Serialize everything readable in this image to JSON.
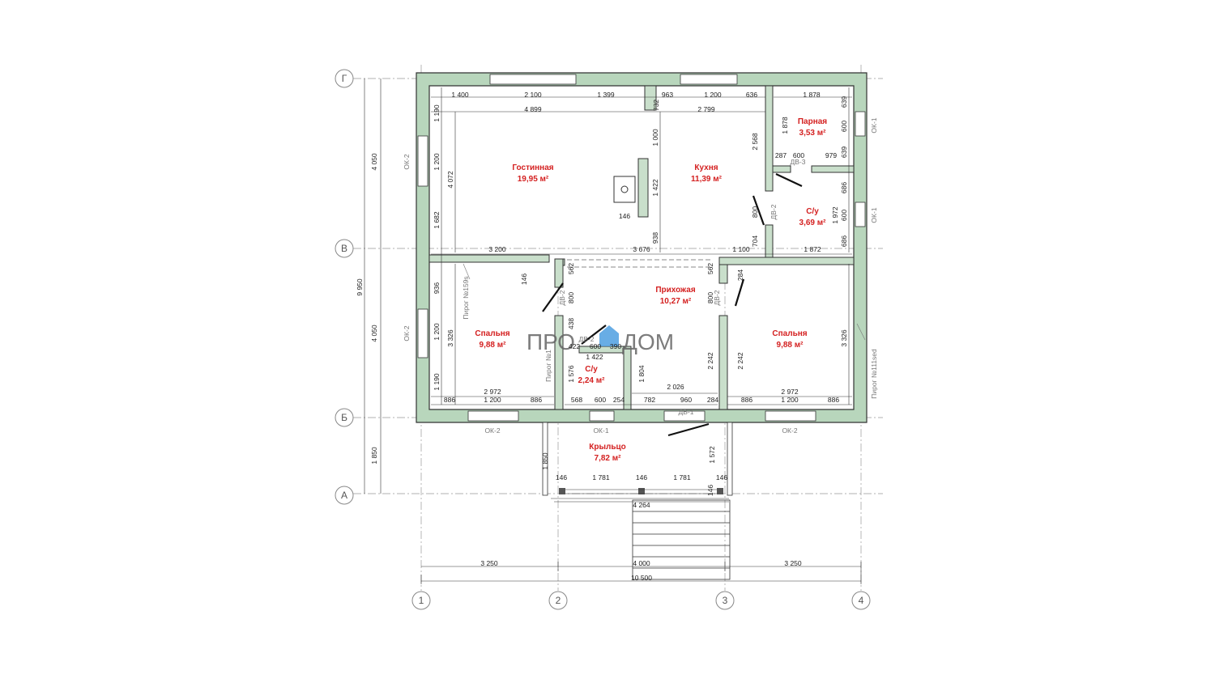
{
  "watermark": {
    "left": "ПРО",
    "right": "ДОМ"
  },
  "axes": {
    "letters": [
      "Г",
      "В",
      "Б",
      "А"
    ],
    "numbers": [
      "1",
      "2",
      "3",
      "4"
    ]
  },
  "rooms": [
    {
      "name": "Гостинная",
      "area": "19,95 м²"
    },
    {
      "name": "Кухня",
      "area": "11,39 м²"
    },
    {
      "name": "Парная",
      "area": "3,53 м²"
    },
    {
      "name": "С/у",
      "area": "3,69 м²"
    },
    {
      "name": "Прихожая",
      "area": "10,27 м²"
    },
    {
      "name": "Спальня",
      "area": "9,88 м²"
    },
    {
      "name": "С/у",
      "area": "2,24 м²"
    },
    {
      "name": "Спальня",
      "area": "9,88 м²"
    },
    {
      "name": "Крыльцо",
      "area": "7,82 м²"
    }
  ],
  "dimensions": [
    "1 400",
    "2 100",
    "1 399",
    "963",
    "1 200",
    "636",
    "1 878",
    "4 899",
    "2 799",
    "732",
    "1 190",
    "1 200",
    "4 072",
    "1 682",
    "1 000",
    "1 422",
    "938",
    "2 568",
    "1 878",
    "639",
    "600",
    "639",
    "287",
    "600",
    "979",
    "686",
    "1 972",
    "600",
    "686",
    "146",
    "800",
    "704",
    "3 200",
    "3 676",
    "1 100",
    "1 872",
    "562",
    "146",
    "800",
    "562",
    "800",
    "284",
    "936",
    "1 200",
    "3 326",
    "1 190",
    "438",
    "422",
    "600",
    "390",
    "1 422",
    "1 576",
    "1 804",
    "2 242",
    "2 242",
    "2 026",
    "3 326",
    "2 972",
    "886",
    "1 200",
    "886",
    "568",
    "600",
    "254",
    "782",
    "960",
    "284",
    "2 972",
    "886",
    "1 200",
    "886",
    "1 850",
    "1 572",
    "146",
    "1 781",
    "146",
    "1 781",
    "146",
    "146",
    "4 264",
    "3 250",
    "4 000",
    "3 250",
    "10 500",
    "4 050",
    "4 050",
    "9 950",
    "1 850"
  ],
  "openings": {
    "windows": [
      "ОК-2",
      "ОК-2",
      "ОК-1",
      "ОК-1",
      "ОК-2",
      "ОК-1",
      "ОК-2"
    ],
    "doors": [
      "ДВ-3",
      "ДВ-2",
      "ДВ-2",
      "ДВ-2",
      "ДВ-1",
      "ДВ-2"
    ]
  },
  "wall_notes": [
    "Пирог №159s",
    "Пирог №1",
    "Пирог №111sed"
  ]
}
